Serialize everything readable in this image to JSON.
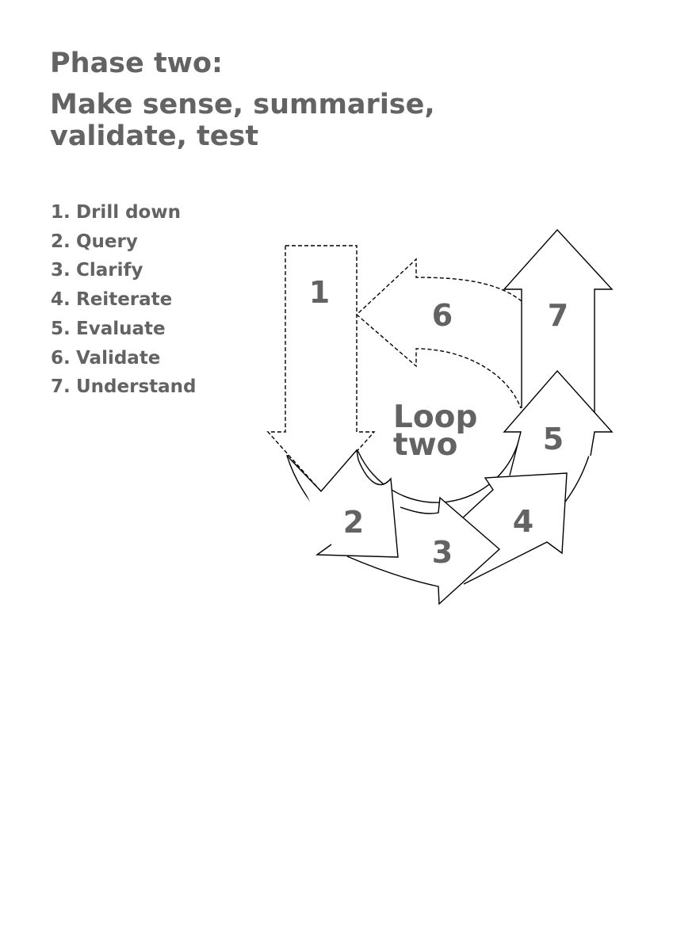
{
  "title": {
    "line1": "Phase two:",
    "line2": "Make sense, summarise,",
    "line3": "validate, test"
  },
  "steps": [
    {
      "num": "1.",
      "label": "Drill down"
    },
    {
      "num": "2.",
      "label": "Query"
    },
    {
      "num": "3.",
      "label": "Clarify"
    },
    {
      "num": "4.",
      "label": "Reiterate"
    },
    {
      "num": "5.",
      "label": "Evaluate"
    },
    {
      "num": "6.",
      "label": "Validate"
    },
    {
      "num": "7.",
      "label": "Understand"
    }
  ],
  "diagram": {
    "center_line1": "Loop",
    "center_line2": "two",
    "arrows": [
      "1",
      "2",
      "3",
      "4",
      "5",
      "6",
      "7"
    ],
    "colors": {
      "text": "#636363",
      "stroke": "#000000",
      "fill": "#ffffff"
    }
  }
}
